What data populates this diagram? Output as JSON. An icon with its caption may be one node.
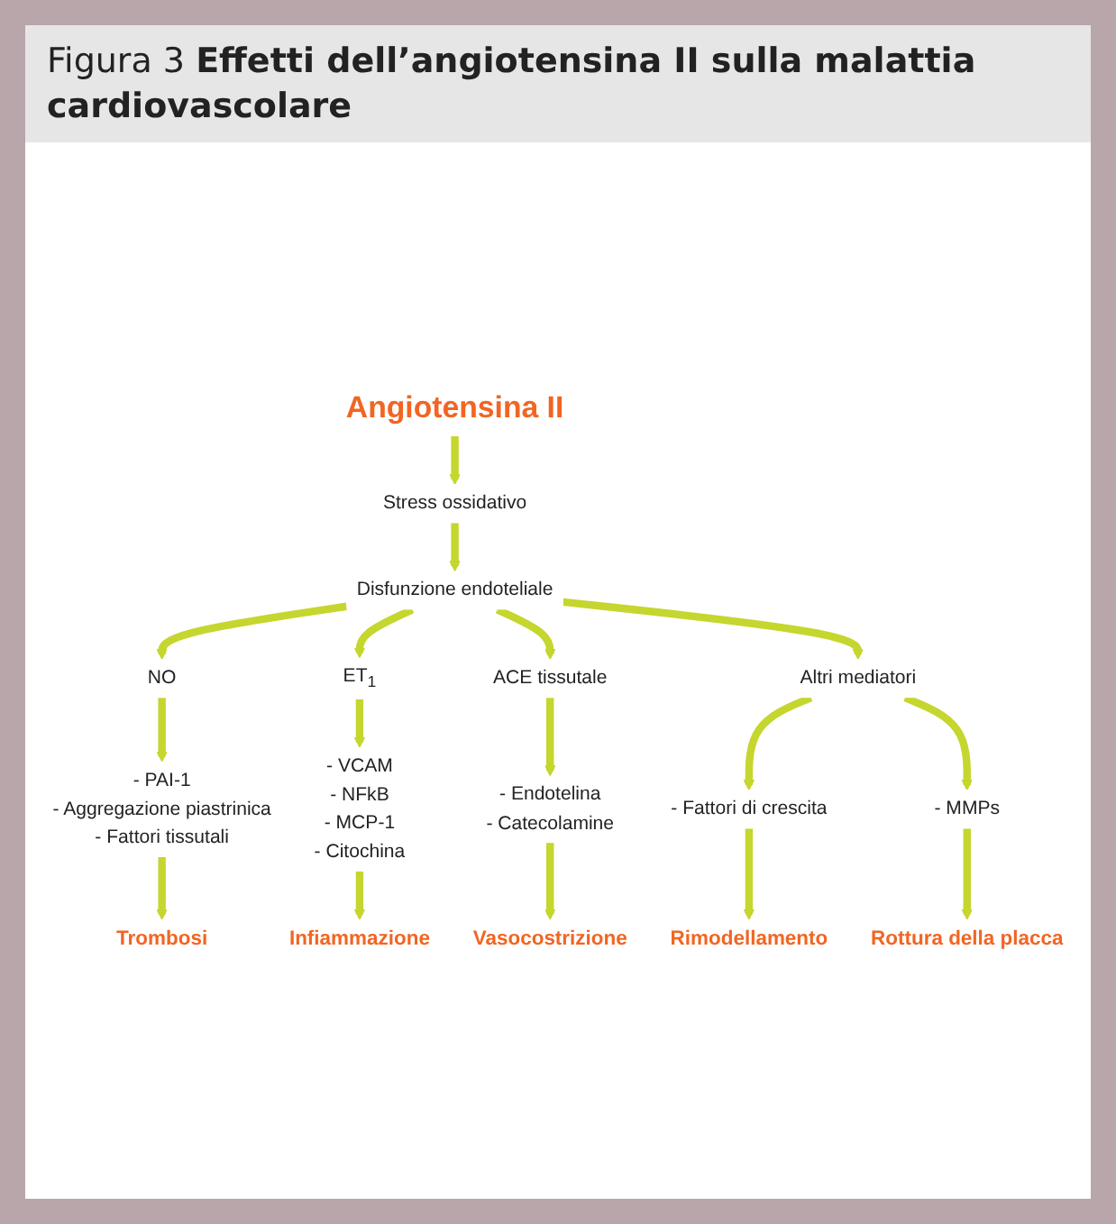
{
  "diagram": {
    "title": "Figura 3 **Effetti dell’angiotensina II sulla malattia cardiovascolare**",
    "nodes": [
      {
        "text": [
          "Angiotensina II"
        ]
      },
      {
        "text": [
          "Stress ossidativo"
        ]
      },
      {
        "text": [
          "Disfunzione endoteliale"
        ]
      },
      {
        "text": [
          "NO"
        ]
      },
      {
        "text": [
          "ET$_{1}$"
        ]
      },
      {
        "text": [
          "ACE tissutale"
        ]
      },
      {
        "text": [
          "Altri mediatori"
        ]
      },
      {
        "text": [
          "- PAI-1",
          "- Aggregazione piastrinica",
          "- Fattori tissutali"
        ]
      },
      {
        "text": [
          "- VCAM",
          "- NFkB",
          "- MCP-1",
          "- Citochina"
        ]
      },
      {
        "text": [
          "- Endotelina",
          "- Catecolamine"
        ]
      },
      {
        "text": [
          "- Fattori di crescita"
        ]
      },
      {
        "text": [
          "- MMPs"
        ]
      },
      {
        "text": [
          "Trombosi"
        ]
      },
      {
        "text": [
          "Infiammazione"
        ]
      },
      {
        "text": [
          "Vasocostrizione"
        ]
      },
      {
        "text": [
          "Rimodellamento"
        ]
      },
      {
        "text": [
          "Rottura della placca"
        ]
      }
    ],
    "edges": [
      {
        "from": 0,
        "to": 1,
        "arrow": "to"
      },
      {
        "from": 1,
        "to": 2,
        "arrow": "to"
      },
      {
        "from": 2,
        "to": 3,
        "arrow": "to"
      },
      {
        "from": 2,
        "to": 4,
        "arrow": "to"
      },
      {
        "from": 2,
        "to": 5,
        "arrow": "to"
      },
      {
        "from": 2,
        "to": 6,
        "arrow": "to"
      },
      {
        "from": 3,
        "to": 7,
        "arrow": "to"
      },
      {
        "from": 4,
        "to": 8,
        "arrow": "to"
      },
      {
        "from": 5,
        "to": 9,
        "arrow": "to"
      },
      {
        "from": 6,
        "to": 10,
        "arrow": "to"
      },
      {
        "from": 6,
        "to": 11,
        "arrow": "to"
      },
      {
        "from": 7,
        "to": 12,
        "arrow": "to"
      },
      {
        "from": 8,
        "to": 13,
        "arrow": "to"
      },
      {
        "from": 9,
        "to": 14,
        "arrow": "to"
      },
      {
        "from": 10,
        "to": 15,
        "arrow": "to"
      },
      {
        "from": 11,
        "to": 16,
        "arrow": "to"
      }
    ]
  }
}
